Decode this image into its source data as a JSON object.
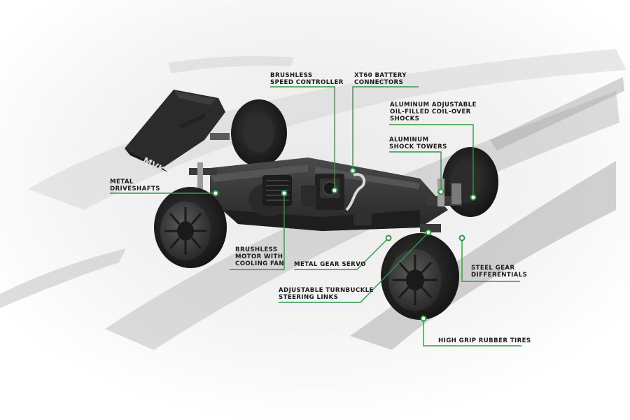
{
  "brand": {
    "wing_logo": "MVK",
    "accent": "#2e9a3f"
  },
  "callouts": {
    "brushless_esc": {
      "lines": [
        "BRUSHLESS",
        "SPEED CONTROLLER"
      ]
    },
    "xt60": {
      "lines": [
        "XT60 BATTERY",
        "CONNECTORS"
      ]
    },
    "shocks": {
      "lines": [
        "ALUMINUM ADJUSTABLE",
        "OIL-FILLED COIL-OVER",
        "SHOCKS"
      ]
    },
    "shock_towers": {
      "lines": [
        "ALUMINUM",
        "SHOCK TOWERS"
      ]
    },
    "driveshafts": {
      "lines": [
        "METAL",
        "DRIVESHAFTS"
      ]
    },
    "motor": {
      "lines": [
        "BRUSHLESS",
        "MOTOR WITH",
        "COOLING FAN"
      ]
    },
    "servo": {
      "lines": [
        "METAL GEAR SERVO"
      ]
    },
    "diffs": {
      "lines": [
        "STEEL GEAR",
        "DIFFERENTIALS"
      ]
    },
    "steering_links": {
      "lines": [
        "ADJUSTABLE TURNBUCKLE",
        "STEERING LINKS"
      ]
    },
    "tires": {
      "lines": [
        "HIGH GRIP RUBBER TIRES"
      ]
    }
  }
}
